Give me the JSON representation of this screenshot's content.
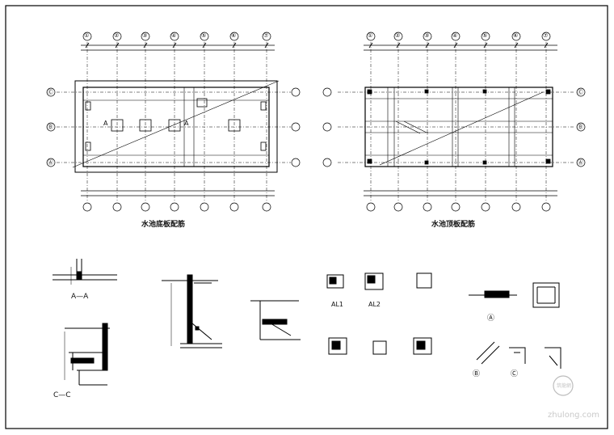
{
  "plans": {
    "left": {
      "title": "水池底板配筋",
      "axes_top": [
        "①",
        "②",
        "③",
        "④",
        "⑤",
        "⑥",
        "⑦"
      ],
      "axes_side": [
        "Ⓒ",
        "Ⓑ",
        "Ⓐ"
      ],
      "section_marks": [
        "A",
        "A"
      ]
    },
    "right": {
      "title": "水池顶板配筋",
      "axes_top": [
        "①",
        "②",
        "③",
        "④",
        "⑤",
        "⑥",
        "⑦"
      ],
      "axes_side": [
        "Ⓒ",
        "Ⓑ",
        "Ⓐ"
      ]
    }
  },
  "sections": {
    "aa": "A—A",
    "cc": "C—C"
  },
  "details": {
    "al1": "AL1",
    "al2": "AL2",
    "circ_a": "Ⓐ",
    "circ_b": "Ⓑ",
    "circ_c": "Ⓒ"
  },
  "watermark": {
    "text": "zhulong.com",
    "logo": "筑龍網"
  }
}
